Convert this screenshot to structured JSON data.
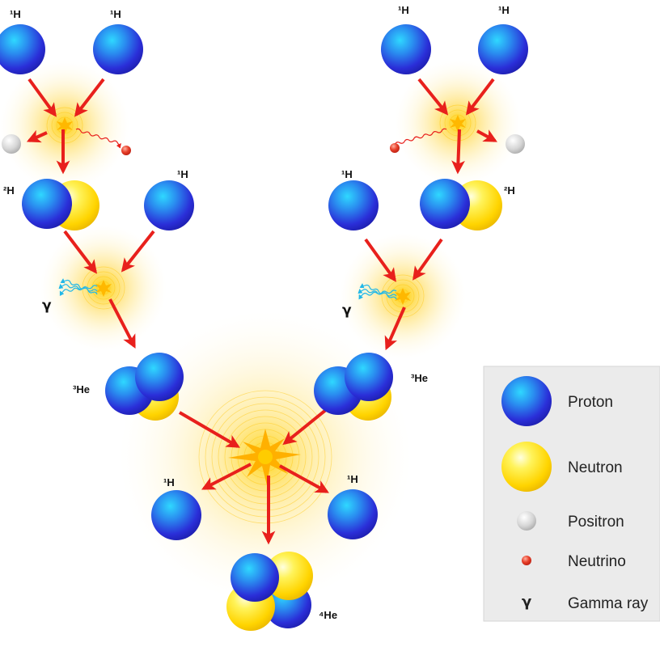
{
  "labels": {
    "h1": "¹H",
    "h2": "²H",
    "he3": "³He",
    "he4": "⁴He",
    "gamma": "γ"
  },
  "legend": {
    "items": [
      {
        "key": "proton",
        "label": "Proton"
      },
      {
        "key": "neutron",
        "label": "Neutron"
      },
      {
        "key": "positron",
        "label": "Positron"
      },
      {
        "key": "neutrino",
        "label": "Neutrino"
      },
      {
        "key": "gamma",
        "label": "Gamma ray",
        "symbol": "γ"
      }
    ]
  },
  "colors": {
    "proton": "#2a2ed8",
    "proton_highlight": "#22c4f0",
    "neutron": "#ffd800",
    "positron": "#cccccc",
    "neutrino": "#e03020",
    "arrow": "#e8201c",
    "gamma_wave": "#22b8e8",
    "glow": "#ffd000",
    "legend_bg": "#ebebeb"
  }
}
